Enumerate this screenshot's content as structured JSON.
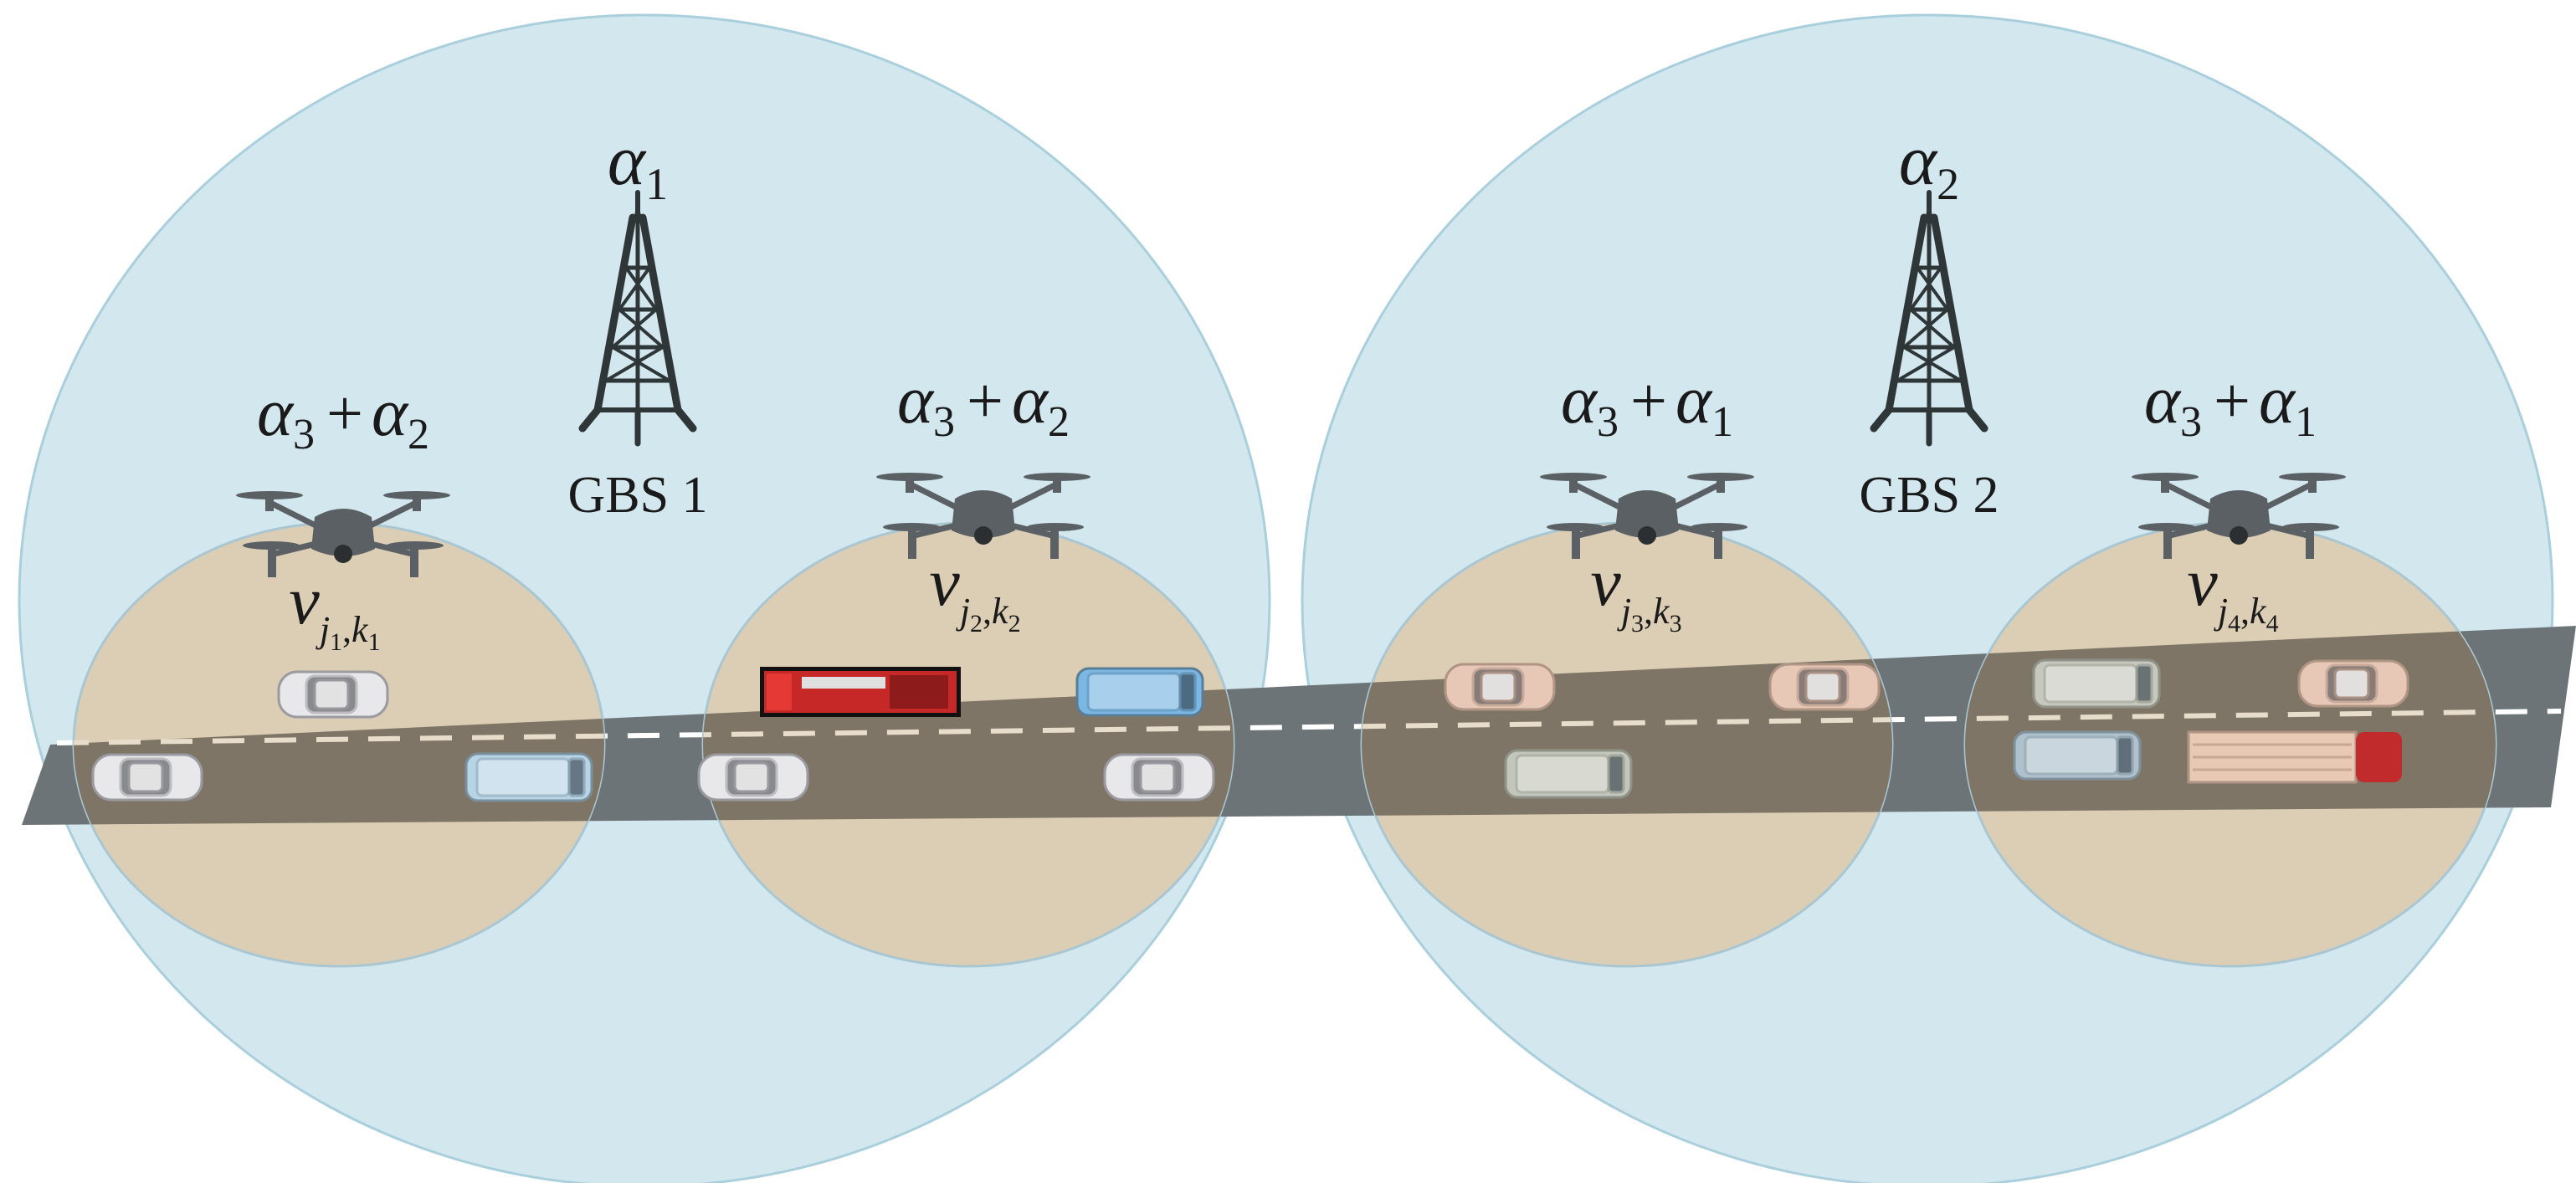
{
  "cells": [
    {
      "tower_label": "GBS 1",
      "reuse_symbol": "α",
      "reuse_index": "1",
      "uav_cells": [
        {
          "sym_a": "α",
          "idx_a": "3",
          "plus": "+",
          "sym_b": "α",
          "idx_b": "2",
          "uav_symbol": "v",
          "sub_j": "j",
          "sub_j_idx": "1",
          "comma": ",",
          "sub_k": "k",
          "sub_k_idx": "1"
        },
        {
          "sym_a": "α",
          "idx_a": "3",
          "plus": "+",
          "sym_b": "α",
          "idx_b": "2",
          "uav_symbol": "v",
          "sub_j": "j",
          "sub_j_idx": "2",
          "comma": ",",
          "sub_k": "k",
          "sub_k_idx": "2"
        }
      ]
    },
    {
      "tower_label": "GBS 2",
      "reuse_symbol": "α",
      "reuse_index": "2",
      "uav_cells": [
        {
          "sym_a": "α",
          "idx_a": "3",
          "plus": "+",
          "sym_b": "α",
          "idx_b": "1",
          "uav_symbol": "v",
          "sub_j": "j",
          "sub_j_idx": "3",
          "comma": ",",
          "sub_k": "k",
          "sub_k_idx": "3"
        },
        {
          "sym_a": "α",
          "idx_a": "3",
          "plus": "+",
          "sym_b": "α",
          "idx_b": "1",
          "uav_symbol": "v",
          "sub_j": "j",
          "sub_j_idx": "4",
          "comma": ",",
          "sub_k": "k",
          "sub_k_idx": "4"
        }
      ]
    }
  ],
  "colors": {
    "macro_cell": "#d3e7ef",
    "macro_cell_edge": "#a9cfdd",
    "uav_cell": "#dccdb5",
    "uav_cell_edge": "#a9c7d2",
    "road": "#6d7478",
    "road_under_uav": "#7f7566",
    "lane_marking": "#ffffff",
    "tower": "#2e3638",
    "drone": "#5b6064"
  },
  "icons": {
    "tower": "cell-tower-icon",
    "drone": "drone-icon",
    "car": "car-icon",
    "fire_truck": "fire-truck-icon",
    "cargo_truck": "cargo-truck-icon"
  }
}
